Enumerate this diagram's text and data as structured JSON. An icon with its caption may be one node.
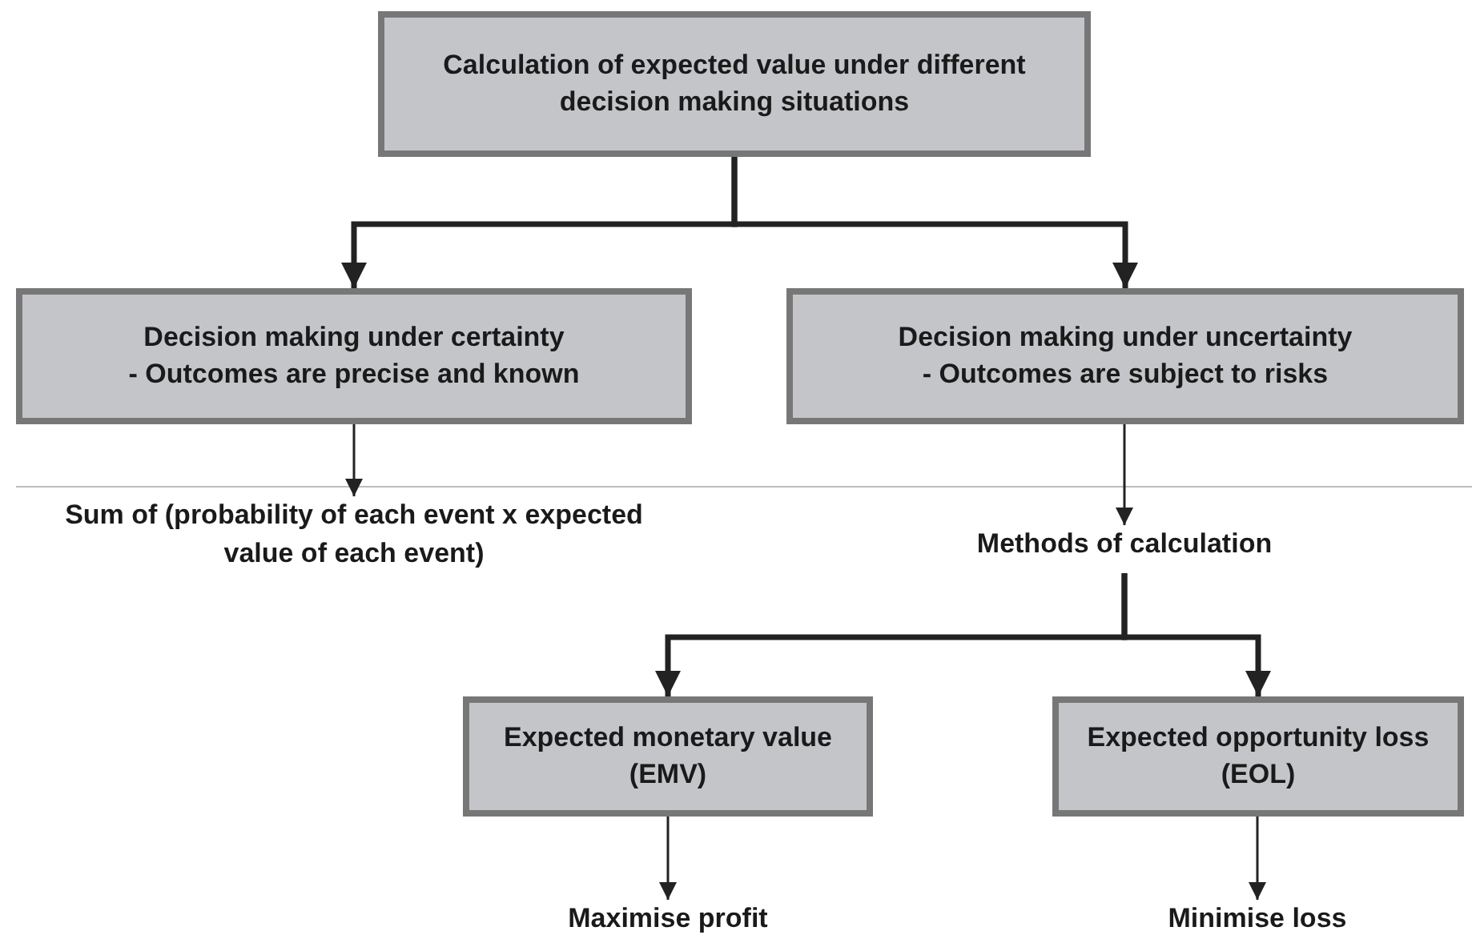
{
  "diagram": {
    "nodes": [
      {
        "text": [
          "Calculation of expected value under different decision making situations"
        ]
      },
      {
        "text": [
          "Decision making under certainty",
          "- Outcomes are precise and known"
        ]
      },
      {
        "text": [
          "Decision making under uncertainty",
          "- Outcomes are subject to risks"
        ]
      },
      {
        "text": [
          "Sum of (probability of each event x expected value of each event)"
        ]
      },
      {
        "text": [
          "Methods of calculation"
        ]
      },
      {
        "text": [
          "Expected monetary value (EMV)"
        ]
      },
      {
        "text": [
          "Expected opportunity loss (EOL)"
        ]
      },
      {
        "text": [
          "Maximise profit"
        ]
      },
      {
        "text": [
          "Minimise loss"
        ]
      }
    ],
    "edges": [
      {
        "from": 0,
        "to": 1,
        "arrow": "to",
        "style": "thick"
      },
      {
        "from": 0,
        "to": 2,
        "arrow": "to",
        "style": "thick"
      },
      {
        "from": 1,
        "to": 3,
        "arrow": "to"
      },
      {
        "from": 2,
        "to": 4,
        "arrow": "to"
      },
      {
        "from": 4,
        "to": 5,
        "arrow": "to",
        "style": "thick"
      },
      {
        "from": 4,
        "to": 6,
        "arrow": "to",
        "style": "thick"
      },
      {
        "from": 5,
        "to": 7,
        "arrow": "to"
      },
      {
        "from": 6,
        "to": 8,
        "arrow": "to"
      }
    ]
  }
}
